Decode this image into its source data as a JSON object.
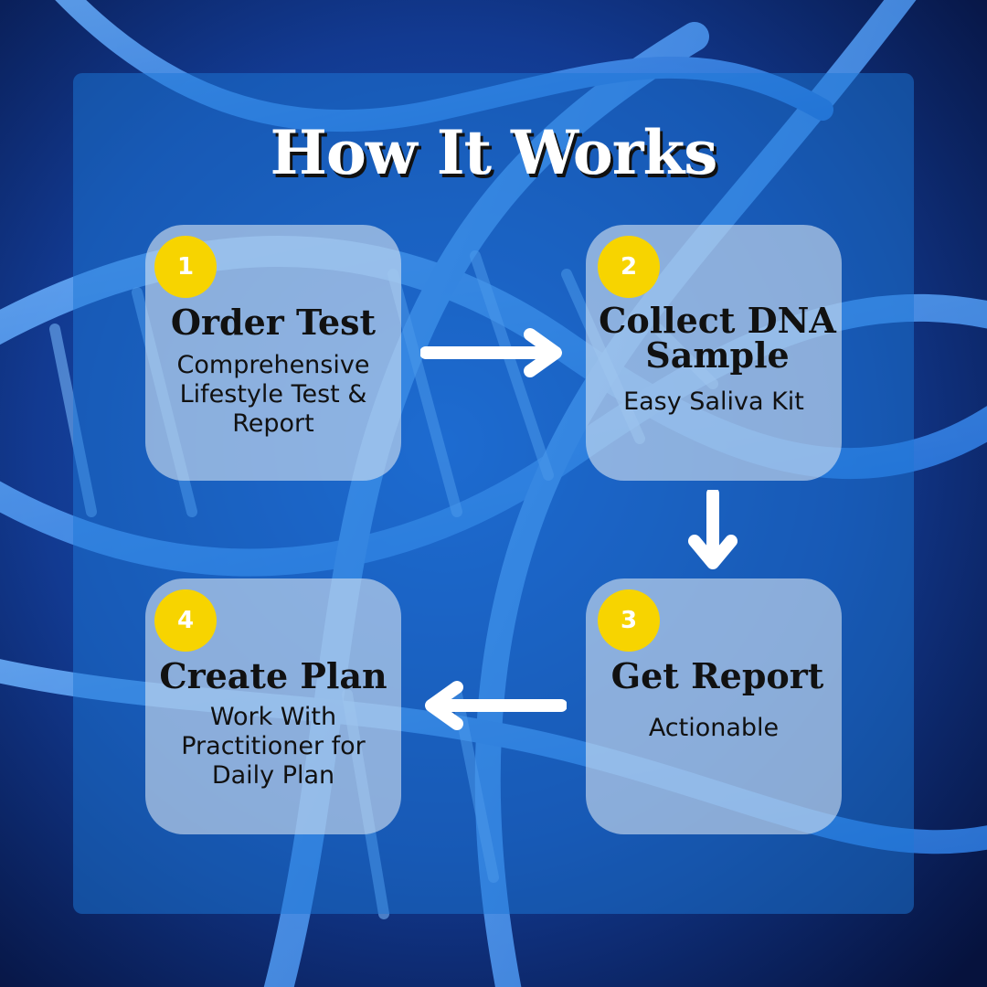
{
  "title": "How It Works",
  "colors": {
    "panel": "#1c76d6",
    "card": "#d2e1f0",
    "badge": "#f7d400",
    "arrow": "#ffffff",
    "title_text": "#ffffff"
  },
  "steps": [
    {
      "number": "1",
      "title": "Order Test",
      "description": "Comprehensive Lifestyle Test & Report"
    },
    {
      "number": "2",
      "title": "Collect DNA Sample",
      "description": "Easy Saliva Kit"
    },
    {
      "number": "3",
      "title": "Get Report",
      "description": "Actionable"
    },
    {
      "number": "4",
      "title": "Create Plan",
      "description": "Work With Practitioner for Daily Plan"
    }
  ],
  "icons": {
    "arrow_1_2": "arrow-right-icon",
    "arrow_2_3": "arrow-down-icon",
    "arrow_3_4": "arrow-left-icon"
  }
}
